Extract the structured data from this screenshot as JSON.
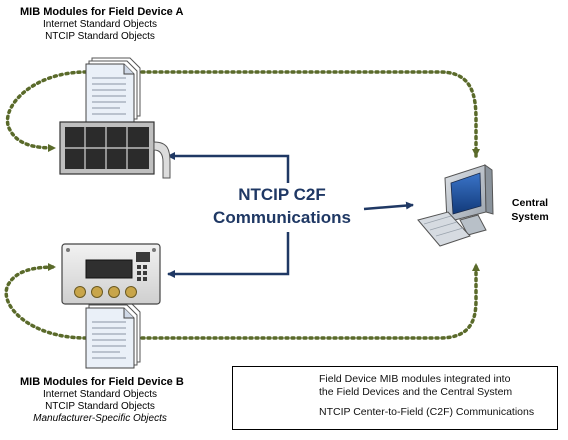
{
  "device_a": {
    "title": "MIB Modules for Field Device A",
    "lines": [
      "Internet Standard Objects",
      "NTCIP Standard Objects"
    ]
  },
  "device_b": {
    "title": "MIB Modules for Field Device B",
    "lines": [
      "Internet Standard Objects",
      "NTCIP Standard Objects",
      "Manufacturer-Specific Objects"
    ]
  },
  "center_label": {
    "line1": "NTCIP C2F",
    "line2": "Communications"
  },
  "central_system": {
    "line1": "Central",
    "line2": "System"
  },
  "legend": {
    "dotted_text_line1": "Field Device MIB modules integrated into",
    "dotted_text_line2": "the Field Devices and the Central System",
    "solid_text": "NTCIP Center-to-Field (C2F) Communications"
  },
  "colors": {
    "dotted_line": "#5a6a2a",
    "solid_line": "#1f3864",
    "center_text": "#1f3864"
  }
}
